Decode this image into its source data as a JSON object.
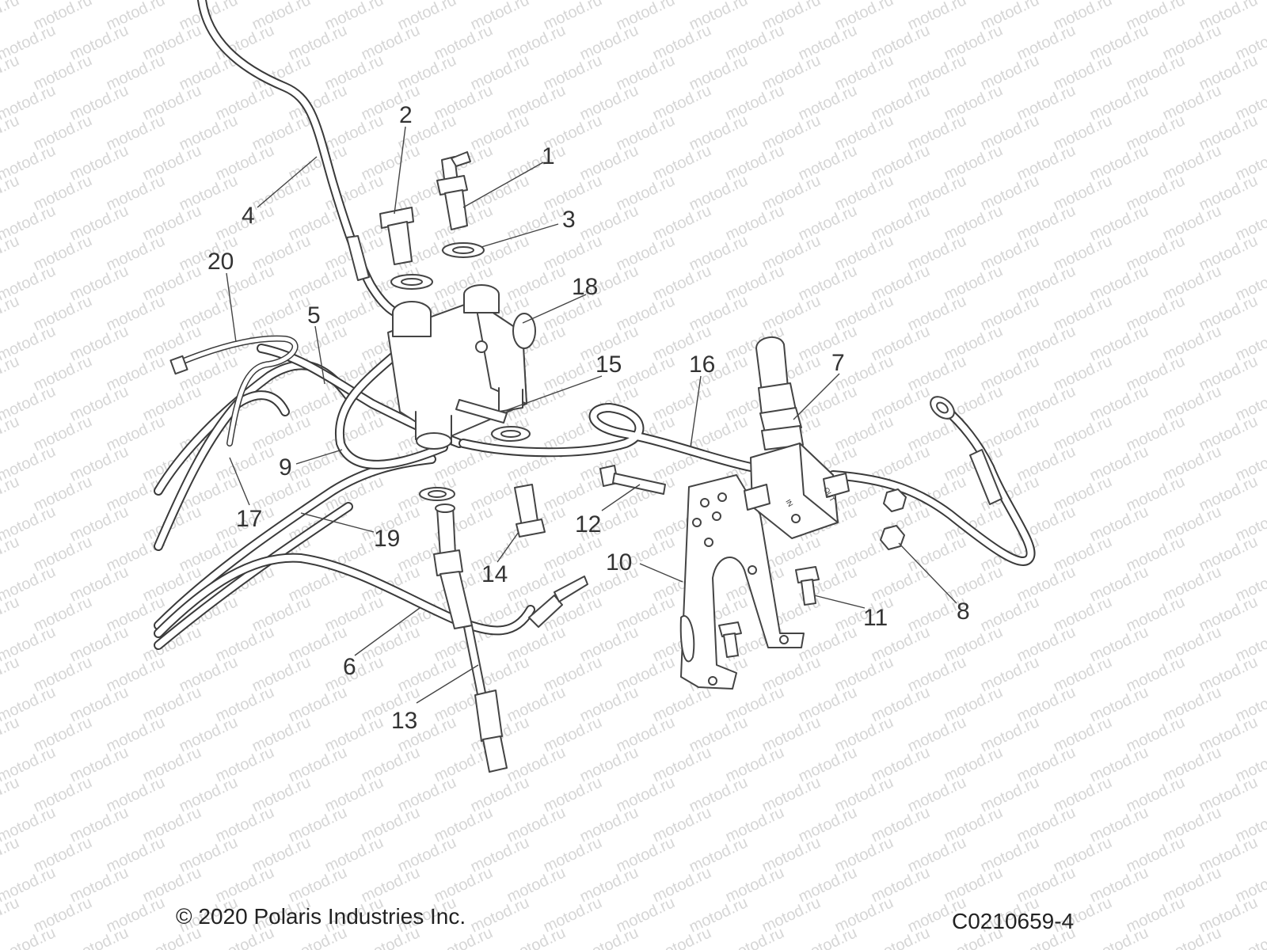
{
  "watermark": "motod.ru",
  "callouts": [
    "1",
    "2",
    "3",
    "4",
    "5",
    "6",
    "7",
    "8",
    "9",
    "10",
    "11",
    "12",
    "13",
    "14",
    "15",
    "16",
    "17",
    "18",
    "19",
    "20"
  ],
  "valve_labels": {
    "in": "IN",
    "out": "OUT"
  },
  "footer": {
    "copyright": "© 2020 Polaris Industries Inc.",
    "code": "C0210659-4"
  }
}
